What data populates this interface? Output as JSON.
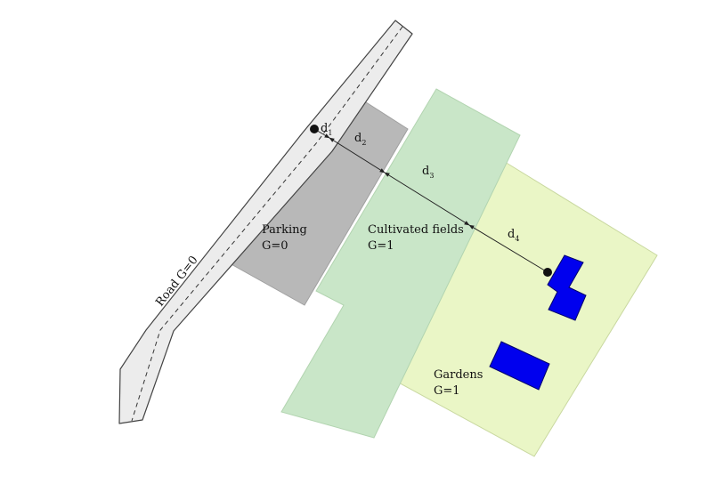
{
  "colors": {
    "road_fill": "#ececec",
    "road_edge": "#444444",
    "parking": "#b8b8b8",
    "fields": "#c9e6c8",
    "gardens": "#eaf6c6",
    "building": "#0000ee",
    "line": "#222222"
  },
  "labels": {
    "road": "Road G=0",
    "parking_name": "Parking",
    "parking_g": "G=0",
    "fields_name": "Cultivated fields",
    "fields_g": "G=1",
    "gardens_name": "Gardens",
    "gardens_g": "G=1"
  },
  "distances": [
    {
      "base": "d",
      "sub": "1"
    },
    {
      "base": "d",
      "sub": "2"
    },
    {
      "base": "d",
      "sub": "3"
    },
    {
      "base": "d",
      "sub": "4"
    }
  ]
}
